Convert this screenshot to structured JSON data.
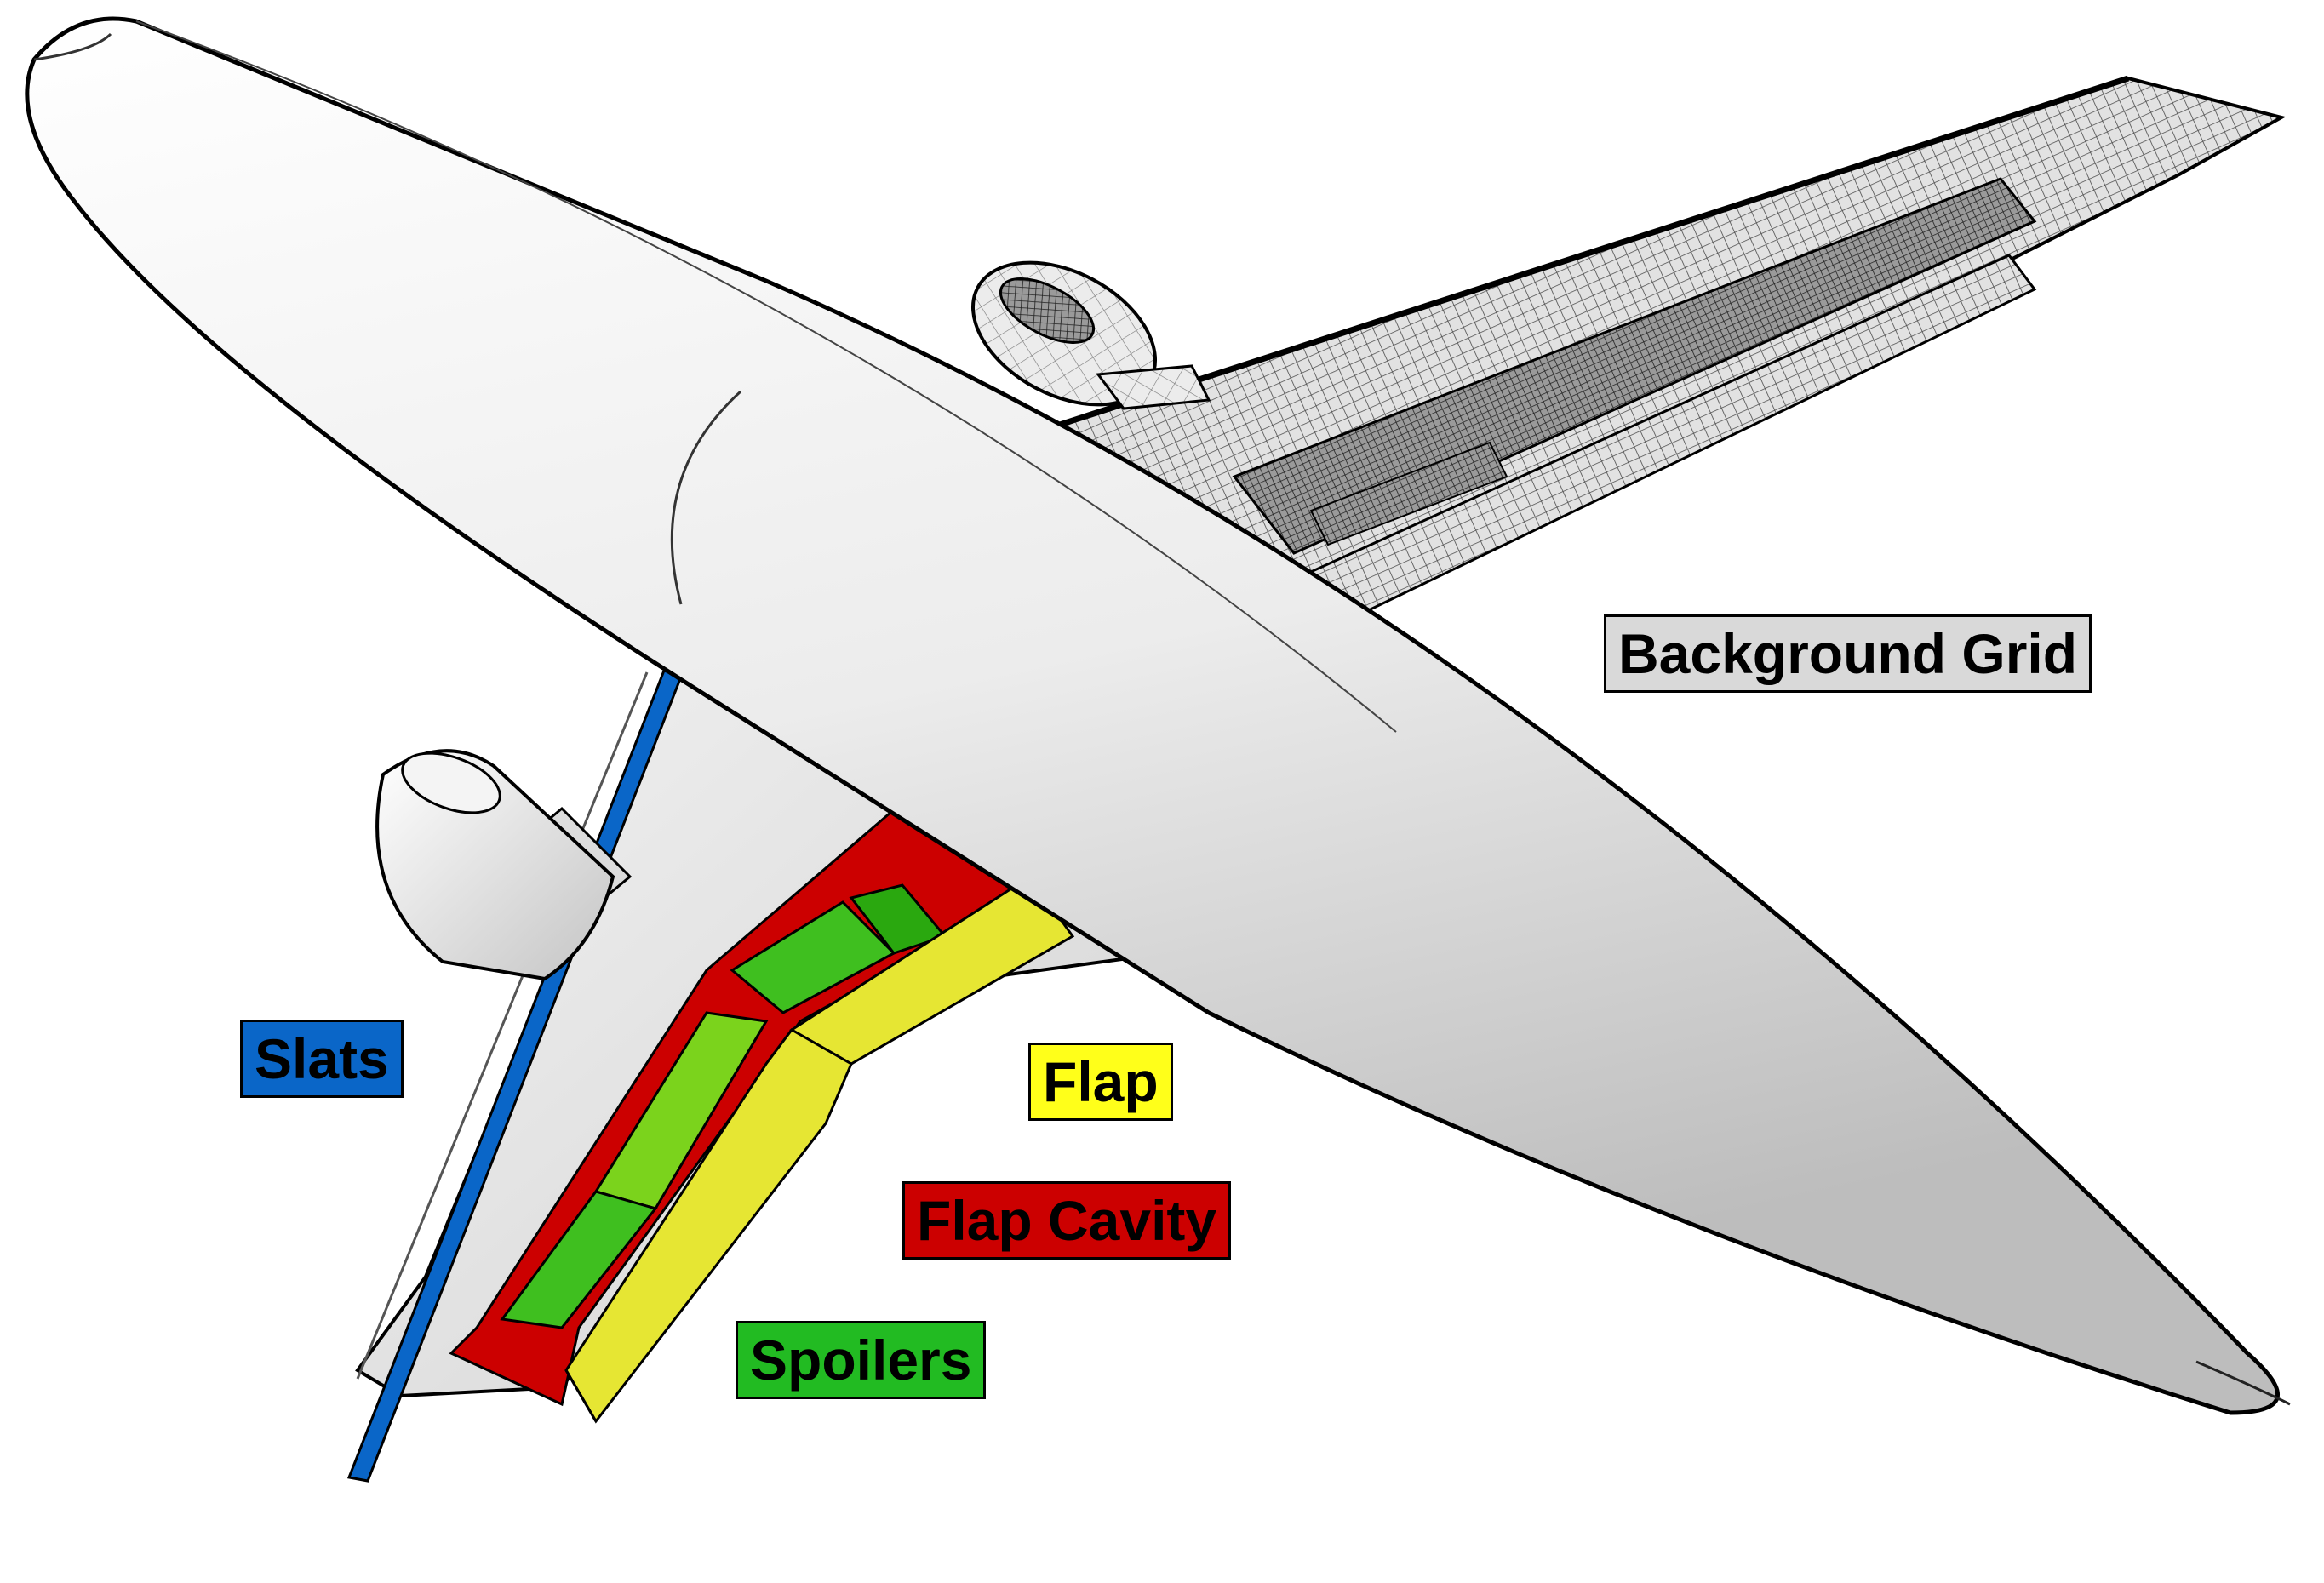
{
  "labels": {
    "background_grid": "Background Grid",
    "slats": "Slats",
    "flap": "Flap",
    "flap_cavity": "Flap Cavity",
    "spoilers": "Spoilers"
  },
  "colors": {
    "background_grid": "#d9d9d9",
    "slats": "#0a66c8",
    "flap": "#ffff1a",
    "flap_cavity": "#cc0000",
    "spoilers": "#22bb22",
    "fuselage": "#e9e9e9",
    "outline": "#000000"
  }
}
